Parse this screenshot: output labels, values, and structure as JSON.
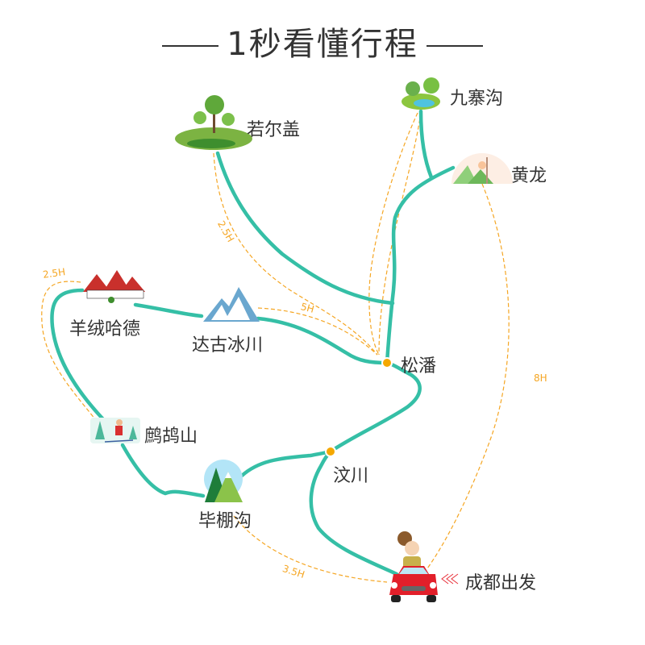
{
  "title": "1秒看懂行程",
  "colors": {
    "route": "#35bfa6",
    "dashed": "#f5a623",
    "dot": "#f5a800",
    "text": "#333333",
    "arrow": "#e8303a"
  },
  "places": {
    "jiuzhaigou": "九寨沟",
    "huanglong": "黄龙",
    "ruoergai": "若尔盖",
    "yangrong": "羊绒哈德",
    "dagu": "达古冰川",
    "songpan": "松潘",
    "zhegu": "鹧鸪山",
    "wenchuan": "汶川",
    "bipenggou": "毕棚沟",
    "chengdu": "成都出发"
  },
  "durations": {
    "ruoergai_songpan": "2.5H",
    "yangrong_zhegu": "2.5H",
    "dagu_songpan": "5H",
    "huanglong_chengdu": "8H",
    "bipenggou_chengdu": "3.5H"
  }
}
